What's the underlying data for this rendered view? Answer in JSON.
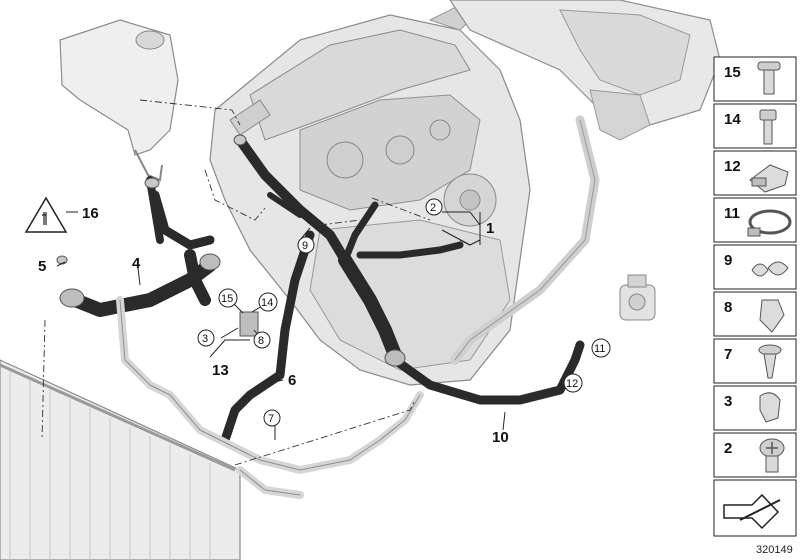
{
  "diagram": {
    "reference_number": "320149",
    "callouts": {
      "c1": "1",
      "c2": "2",
      "c3": "3",
      "c4": "4",
      "c5": "5",
      "c6": "6",
      "c7": "7",
      "c8": "8",
      "c9": "9",
      "c10": "10",
      "c11": "11",
      "c12": "12",
      "c13": "13",
      "c14": "14",
      "c15": "15",
      "c16": "16"
    },
    "parts_legend": [
      {
        "number": "15",
        "icon": "bolt-short-icon"
      },
      {
        "number": "14",
        "icon": "hex-socket-screw-icon"
      },
      {
        "number": "12",
        "icon": "clamp-strap-icon"
      },
      {
        "number": "11",
        "icon": "hose-clamp-icon"
      },
      {
        "number": "9",
        "icon": "pipe-clip-double-icon"
      },
      {
        "number": "8",
        "icon": "holder-clip-icon"
      },
      {
        "number": "7",
        "icon": "push-rivet-icon"
      },
      {
        "number": "3",
        "icon": "pipe-clip-icon"
      },
      {
        "number": "2",
        "icon": "bleed-screw-icon"
      },
      {
        "number": "",
        "icon": "arrow-pointer-icon"
      }
    ]
  }
}
